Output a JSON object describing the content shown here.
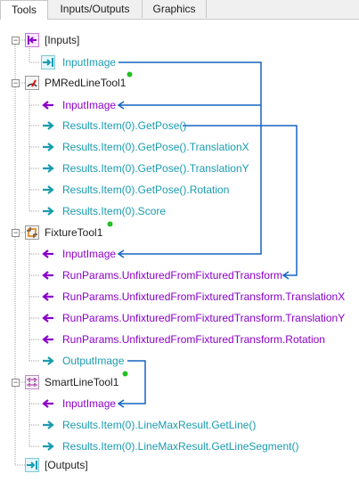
{
  "tabs": [
    {
      "label": "Tools"
    },
    {
      "label": "Inputs/Outputs"
    },
    {
      "label": "Graphics"
    }
  ],
  "tree": {
    "inputs_node": {
      "label": "[Inputs]",
      "children": [
        "InputImage"
      ]
    },
    "pmred": {
      "label": "PMRedLineTool1",
      "inputs": [
        "InputImage"
      ],
      "outputs": [
        "Results.Item(0).GetPose()",
        "Results.Item(0).GetPose().TranslationX",
        "Results.Item(0).GetPose().TranslationY",
        "Results.Item(0).GetPose().Rotation",
        "Results.Item(0).Score"
      ]
    },
    "fixture": {
      "label": "FixtureTool1",
      "inputs": [
        "InputImage",
        "RunParams.UnfixturedFromFixturedTransform",
        "RunParams.UnfixturedFromFixturedTransform.TranslationX",
        "RunParams.UnfixturedFromFixturedTransform.TranslationY",
        "RunParams.UnfixturedFromFixturedTransform.Rotation"
      ],
      "outputs": [
        "OutputImage"
      ]
    },
    "smartline": {
      "label": "SmartLineTool1",
      "inputs": [
        "InputImage"
      ],
      "outputs": [
        "Results.Item(0).LineMaxResult.GetLine()",
        "Results.Item(0).LineMaxResult.GetLineSegment()"
      ]
    },
    "outputs_node": {
      "label": "[Outputs]"
    }
  },
  "colors": {
    "input_arrow": "#8b00c9",
    "output_arrow": "#1a9bb0",
    "link_line": "#1565c0",
    "status_dot": "#22c022"
  }
}
